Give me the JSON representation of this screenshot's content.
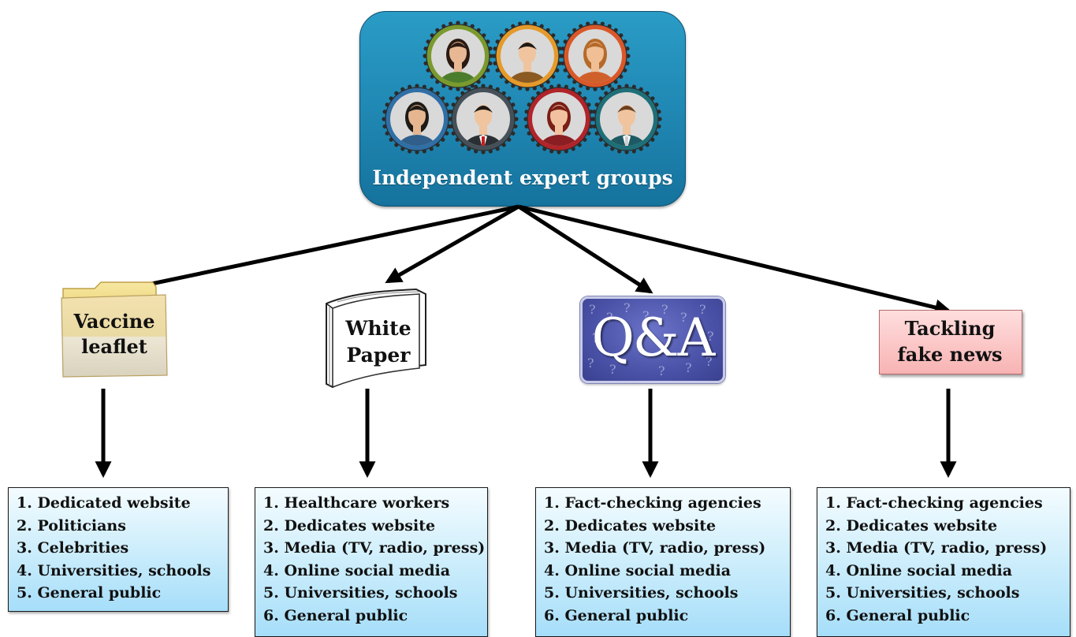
{
  "top": {
    "label": "Independent expert groups",
    "person_icons": [
      "woman-green-icon",
      "man-orange-icon",
      "woman-red-icon",
      "woman-blue-icon",
      "man-red-tie-icon",
      "woman-darkred-icon",
      "man-teal-icon"
    ]
  },
  "categories": [
    {
      "label_lines": [
        "Vaccine",
        "leaflet"
      ],
      "icon": "folder-icon"
    },
    {
      "label_lines": [
        "White",
        "Paper"
      ],
      "icon": "book-icon"
    },
    {
      "label": "Q&A",
      "icon": "qa-icon"
    },
    {
      "label_lines": [
        "Tackling",
        "fake news"
      ],
      "icon": "box"
    }
  ],
  "lists": [
    {
      "items": [
        "1. Dedicated website",
        "2. Politicians",
        "3. Celebrities",
        "4. Universities, schools",
        "5. General public"
      ]
    },
    {
      "items": [
        "1. Healthcare workers",
        "2. Dedicates website",
        "3. Media (TV, radio, press)",
        "4. Online social media",
        "5. Universities, schools",
        "6. General public"
      ]
    },
    {
      "items": [
        "1. Fact-checking agencies",
        "2. Dedicates website",
        "3. Media (TV, radio, press)",
        "4. Online social media",
        "5. Universities, schools",
        "6. General public"
      ]
    },
    {
      "items": [
        "1. Fact-checking agencies",
        "2. Dedicates website",
        "3. Media (TV, radio, press)",
        "4. Online social media",
        "5. Universities, schools",
        "6. General public"
      ]
    }
  ],
  "colors": {
    "experts_box": "#1f86b2",
    "list_fill": "#c9ecfb",
    "qa_fill": "#4a52a8",
    "tackle_fill": "#f8b3b3",
    "arrow": "#000000"
  }
}
